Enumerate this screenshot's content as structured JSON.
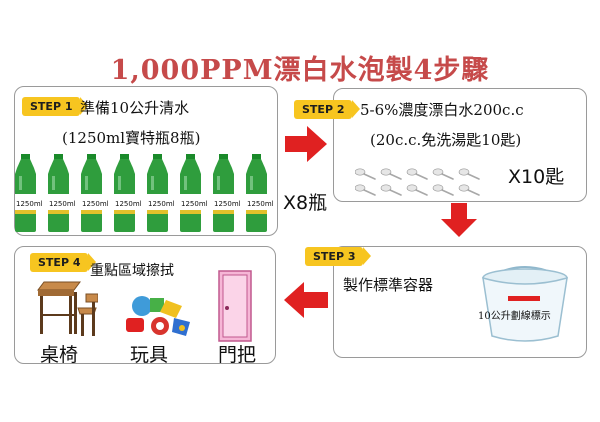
{
  "title": "1,000PPM漂白水泡製4步驟",
  "step1": {
    "badge": "STEP 1",
    "line1": "準備10公升清水",
    "line2": "(1250ml寶特瓶8瓶)",
    "bottle_label": "1250ml",
    "count": "X8瓶"
  },
  "step2": {
    "badge": "STEP 2",
    "line1": "5-6%濃度漂白水200c.c",
    "line2": "(20c.c.免洗湯匙10匙)",
    "count": "X10匙"
  },
  "step3": {
    "badge": "STEP 3",
    "line1": "製作標準容器",
    "bucket_label": "10公升劃線標示"
  },
  "step4": {
    "badge": "STEP 4",
    "line1": "重點區域擦拭",
    "items": [
      "桌椅",
      "玩具",
      "門把"
    ]
  },
  "colors": {
    "title": "#c64a4a",
    "badge": "#f7c520",
    "arrow": "#e02121"
  }
}
